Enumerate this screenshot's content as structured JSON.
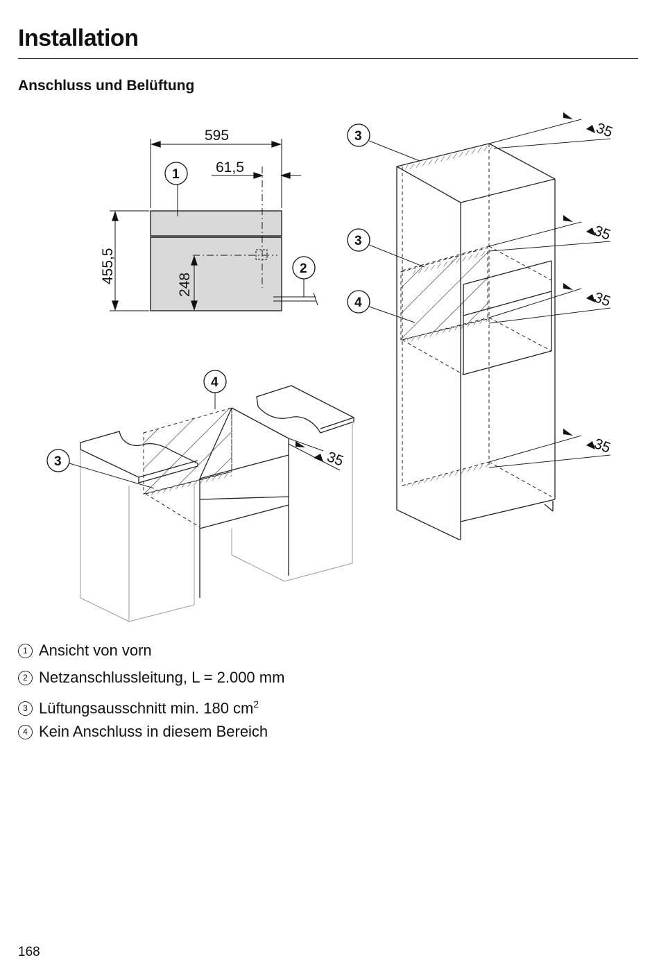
{
  "header": {
    "title": "Installation"
  },
  "section": {
    "title": "Anschluss und Belüftung"
  },
  "figure": {
    "dimensions": {
      "width": "595",
      "offset": "61,5",
      "height": "455,5",
      "socket_height": "248",
      "vent_gap": "35"
    },
    "callouts": [
      "1",
      "2",
      "3",
      "4"
    ]
  },
  "legend": [
    {
      "num": "1",
      "text": "Ansicht von vorn"
    },
    {
      "num": "2",
      "text": "Netzanschlussleitung, L = 2.000 mm"
    },
    {
      "num": "3",
      "text": "Lüftungsausschnitt min. 180 cm",
      "sup": "2"
    },
    {
      "num": "4",
      "text": "Kein Anschluss in diesem Bereich"
    }
  ],
  "footer": {
    "page_number": "168"
  }
}
